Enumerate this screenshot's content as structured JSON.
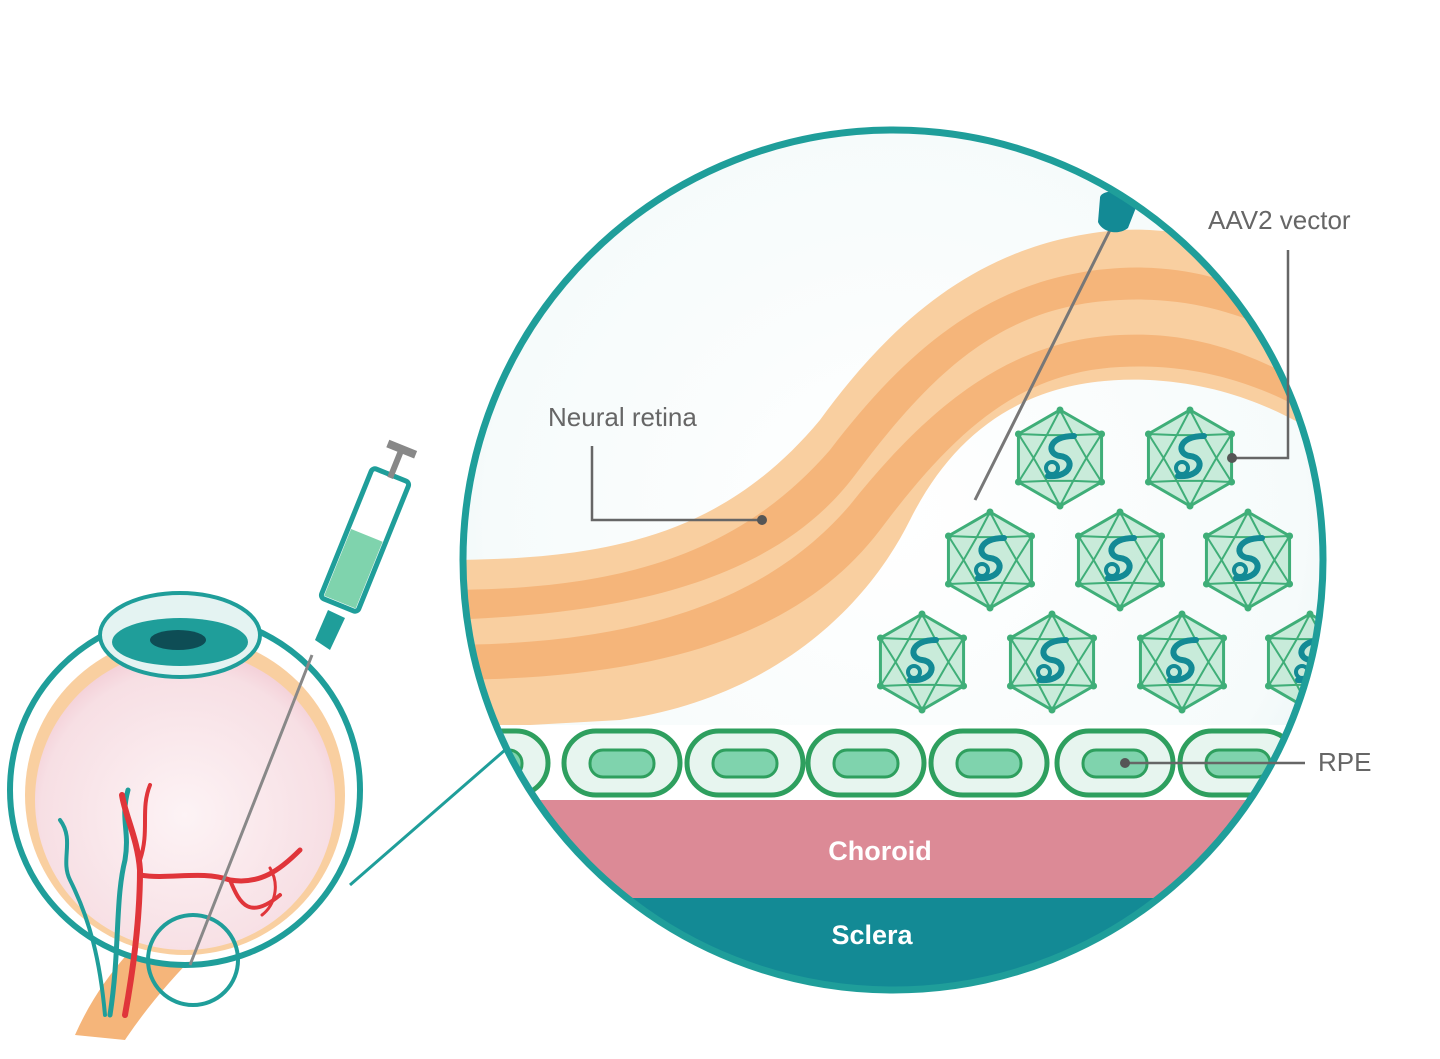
{
  "labels": {
    "neural_retina": "Neural retina",
    "aav2_vector": "AAV2 vector",
    "rpe": "RPE",
    "choroid": "Choroid",
    "sclera": "Sclera"
  },
  "colors": {
    "teal": "#1f9e9a",
    "dark_teal": "#138a95",
    "green": "#2e9f5e",
    "mint": "#7fd3ad",
    "orange": "#f5b57a",
    "light_orange": "#f9cfa0",
    "choroid": "#dc8a96",
    "sclera": "#138a95",
    "vessel_red": "#e0353a",
    "eye_pink": "#f7d6dc"
  },
  "icons": [
    "syringe-icon",
    "eyeball-icon",
    "virus-capsid-icon",
    "needle-icon"
  ]
}
